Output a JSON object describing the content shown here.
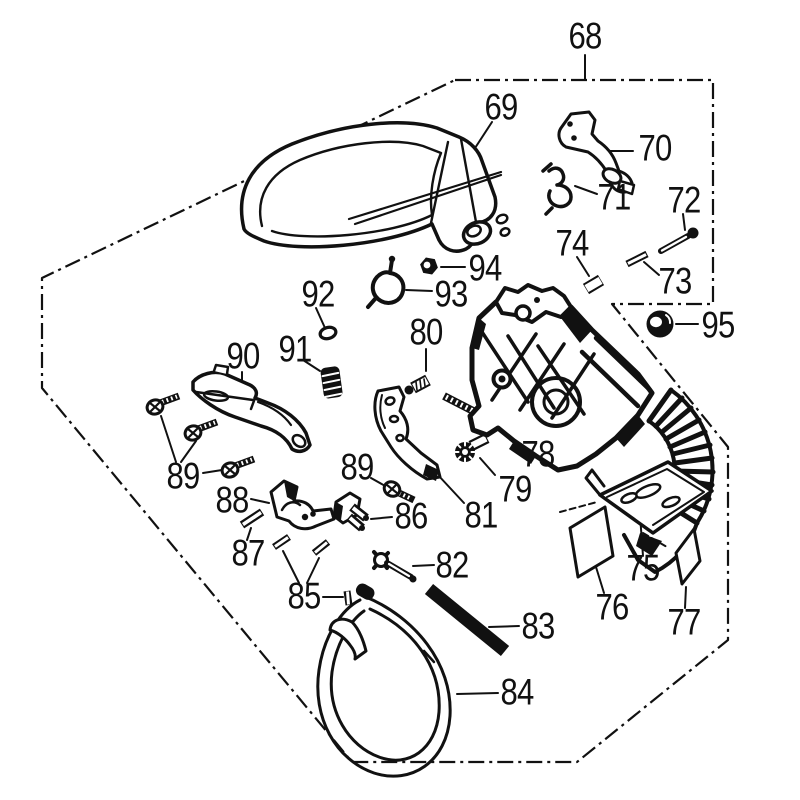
{
  "figure": {
    "kind": "exploded parts diagram",
    "assembly_label": "68",
    "part_numbers": [
      "68",
      "69",
      "70",
      "71",
      "72",
      "73",
      "74",
      "75",
      "76",
      "77",
      "78",
      "79",
      "80",
      "81",
      "82",
      "83",
      "84",
      "85",
      "86",
      "87",
      "88",
      "89",
      "89",
      "90",
      "91",
      "92",
      "93",
      "94",
      "95"
    ],
    "line_color": "#111111",
    "background_color": "#ffffff",
    "boundary_line_style": "dash-dot phantom outline"
  },
  "labels": {
    "l68": "68",
    "l69": "69",
    "l70": "70",
    "l71": "71",
    "l72": "72",
    "l73": "73",
    "l74": "74",
    "l75": "75",
    "l76": "76",
    "l77": "77",
    "l78": "78",
    "l79": "79",
    "l80": "80",
    "l81": "81",
    "l82": "82",
    "l83": "83",
    "l84": "84",
    "l85": "85",
    "l86": "86",
    "l87": "87",
    "l88": "88",
    "l89a": "89",
    "l89b": "89",
    "l90": "90",
    "l91": "91",
    "l92": "92",
    "l93": "93",
    "l94": "94",
    "l95": "95"
  }
}
